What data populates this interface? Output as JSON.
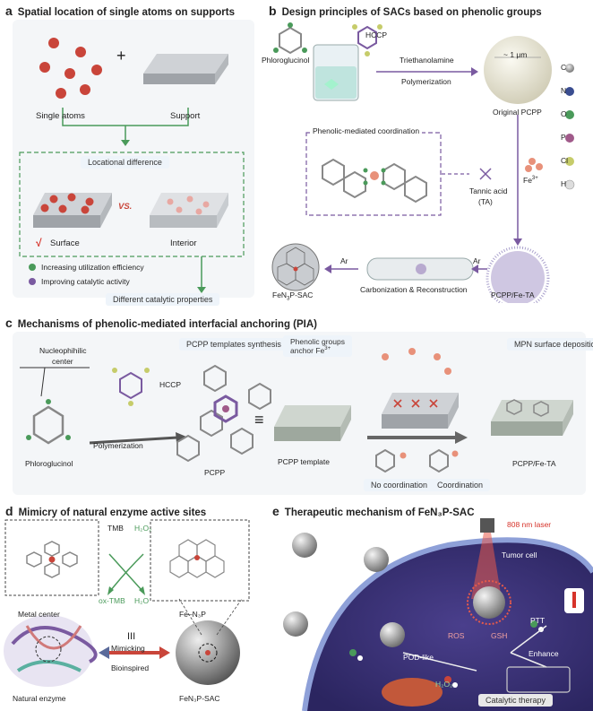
{
  "panel_a": {
    "letter": "a",
    "title": "Spatial location of single atoms on supports",
    "single_atoms": "Single atoms",
    "support": "Support",
    "plus": "+",
    "locational_difference": "Locational difference",
    "vs": "VS.",
    "check": "√",
    "surface": "Surface",
    "interior": "Interior",
    "bullet1": "Increasing utilization efficiency",
    "bullet2": "Improving catalytic activity",
    "result": "Different catalytic properties"
  },
  "panel_b": {
    "letter": "b",
    "title": "Design principles of SACs based on phenolic groups",
    "hccp": "HCCP",
    "phloroglucinol": "Phloroglucinol",
    "triethanolamine": "Triethanolamine",
    "polymerization": "Polymerization",
    "size": "~ 1 μm",
    "original_pcpp": "Original PCPP",
    "phenolic_coord": "Phenolic-mediated coordination",
    "tannic_acid": "Tannic acid",
    "ta": "(TA)",
    "fe": "Fe",
    "fe_sup": "3+",
    "ar_left": "Ar",
    "ar_right": "Ar",
    "carbonization": "Carbonization & Reconstruction",
    "fen3p_sac_a": "FeN",
    "fen3p_sac_b": "3",
    "fen3p_sac_c": "P-SAC",
    "pcpp_fe_ta": "PCPP/Fe-TA",
    "legend": [
      "C",
      "N",
      "O",
      "P",
      "Cl",
      "H"
    ]
  },
  "panel_c": {
    "letter": "c",
    "title": "Mechanisms of phenolic-mediated interfacial anchoring (PIA)",
    "templates_synthesis": "PCPP templates synthesis",
    "nucleophilic": "Nucleophihilic",
    "center": "center",
    "hccp": "HCCP",
    "polymerization": "Polymerization",
    "phloroglucinol": "Phloroglucinol",
    "pcpp": "PCPP",
    "equiv": "≡",
    "pcpp_template": "PCPP template",
    "anchor1": "Phenolic groups",
    "anchor2": "anchor Fe",
    "anchor_sup": "3+",
    "mpn": "MPN surface deposition",
    "no_coordination": "No coordination",
    "coordination": "Coordination",
    "pcpp_fe_ta": "PCPP/Fe-TA"
  },
  "panel_d": {
    "letter": "d",
    "title": "Mimicry of natural enzyme active sites",
    "tmb": "TMB",
    "h2o2": "H₂O₂",
    "ox_tmb": "ox-TMB",
    "h2o": "H₂O",
    "metal_center": "Metal center",
    "fe_n3p": "Fe–N₃P",
    "roman": "III",
    "mimicking": "Mimicking",
    "bioinspired": "Bioinspired",
    "natural_enzyme": "Natural enzyme",
    "fen3p_sac": "FeN₃P-SAC"
  },
  "panel_e": {
    "letter": "e",
    "title": "Therapeutic mechanism of FeN₃P-SAC",
    "laser": "808 nm laser",
    "tumor_cell": "Tumor cell",
    "ptt": "PTT",
    "ros": "ROS",
    "gsh": "GSH",
    "enhance": "Enhance",
    "pod_like": "POD-like",
    "h2o2": "H₂O₂",
    "catalytic_therapy": "Catalytic therapy"
  },
  "colors": {
    "atom_red": "#c9453a",
    "arrow_green": "#4a9a5a",
    "arrow_purple": "#7a5aa0",
    "header_blue": "#eef4fa",
    "laser_red": "#d6332a",
    "cell_purple": "#5a4a9a"
  }
}
